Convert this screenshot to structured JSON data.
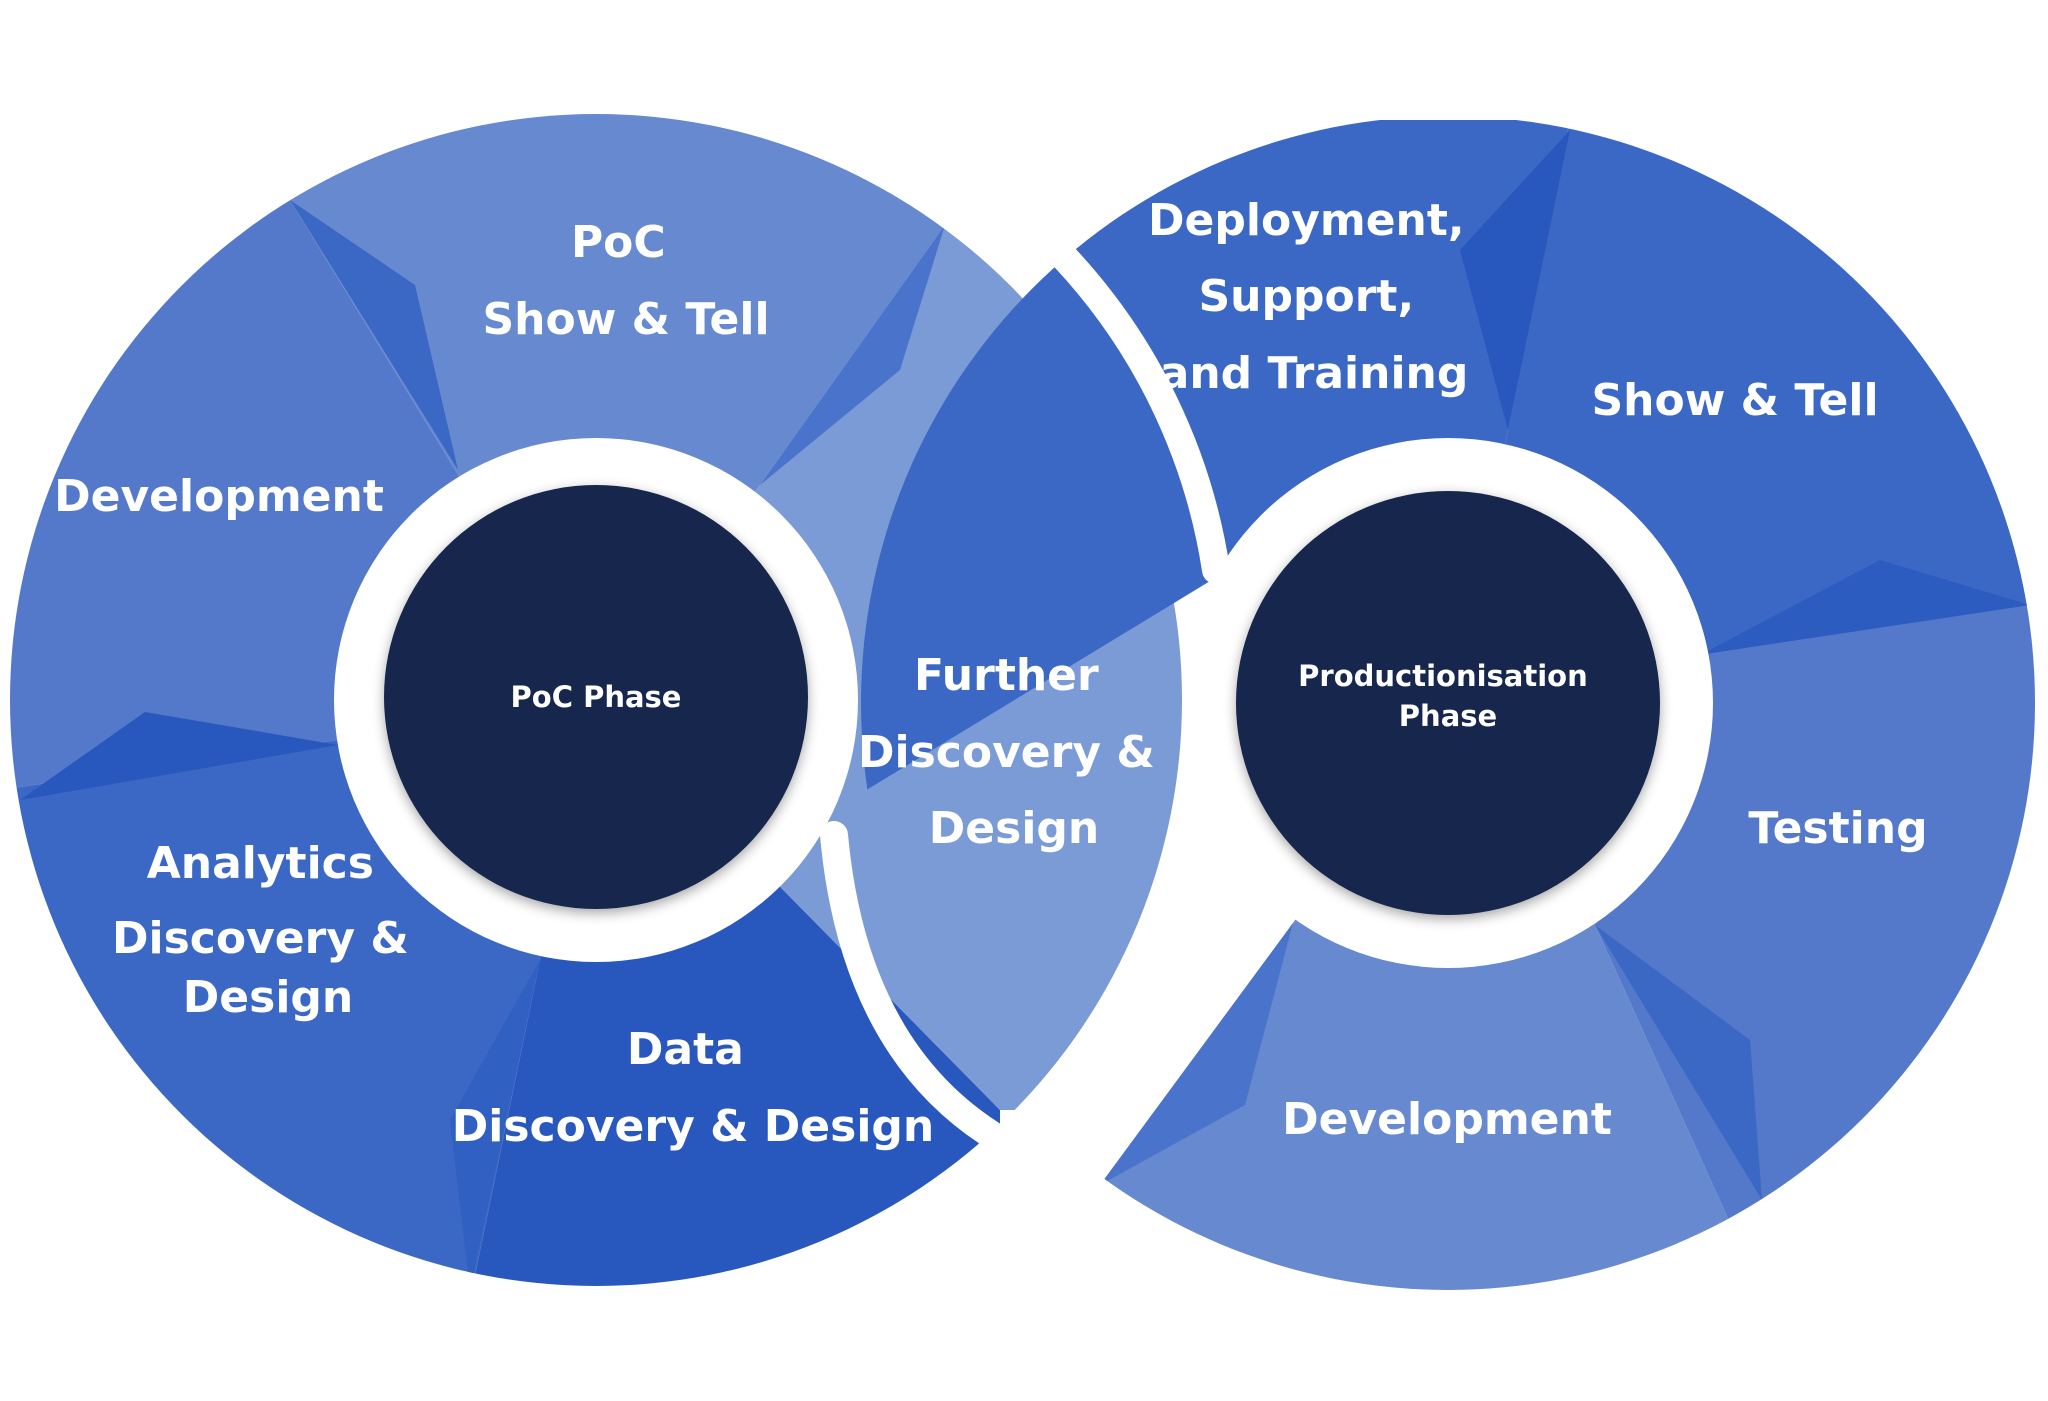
{
  "colors": {
    "background": "#ffffff",
    "hub": "#14274e",
    "ring_white": "#ffffff",
    "shade_light": "#7b9bd6",
    "shade_mid_light": "#6789cf",
    "shade_mid": "#5479cb",
    "shade_dark": "#3b67c5",
    "shade_darkest": "#2857bd"
  },
  "poc_cycle": {
    "hub_label": "PoC Phase",
    "segments": [
      {
        "id": "poc-show-tell",
        "lines": [
          "PoC",
          "Show & Tell"
        ],
        "shade": "#6789cf"
      },
      {
        "id": "further-discovery",
        "lines": [
          "Further",
          "Discovery &",
          "Design"
        ],
        "shade": "#7b9bd6"
      },
      {
        "id": "data-discovery",
        "lines": [
          "Data",
          "Discovery & Design"
        ],
        "shade": "#2857bd"
      },
      {
        "id": "analytics-discovery",
        "lines": [
          "Analytics",
          "Discovery &",
          "Design"
        ],
        "shade": "#3b67c5"
      },
      {
        "id": "poc-development",
        "lines": [
          "Development"
        ],
        "shade": "#5479cb"
      }
    ]
  },
  "production_cycle": {
    "hub_label_lines": [
      "Productionisation",
      "Phase"
    ],
    "segments": [
      {
        "id": "deployment-support",
        "lines": [
          "Deployment,",
          "Support,",
          "and Training"
        ],
        "shade": "#3b67c5"
      },
      {
        "id": "prod-show-tell",
        "lines": [
          "Show & Tell"
        ],
        "shade": "#3b67c5"
      },
      {
        "id": "testing",
        "lines": [
          "Testing"
        ],
        "shade": "#5479cb"
      },
      {
        "id": "prod-development",
        "lines": [
          "Development"
        ],
        "shade": "#6789cf"
      }
    ]
  }
}
